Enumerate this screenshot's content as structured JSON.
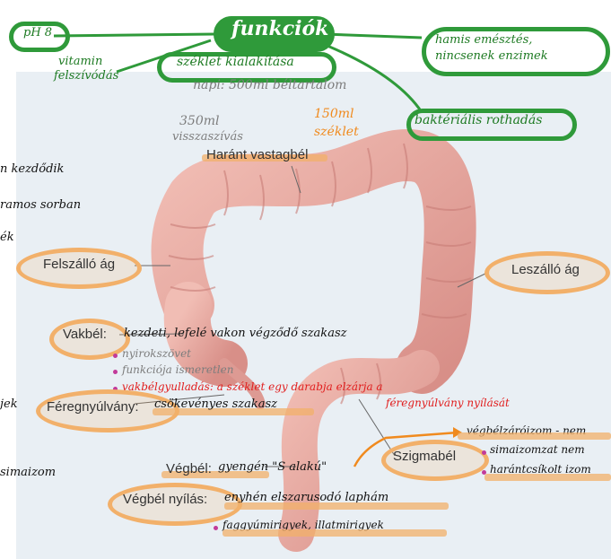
{
  "title": "funkciók",
  "notes_top": {
    "ph": "pH 8",
    "vitamin": [
      "vitamin",
      "felszívódás"
    ],
    "szeklet": "széklet kialakítása",
    "napi": "napi: 500ml béltartalom",
    "ml350": [
      "350ml",
      "visszaszívás"
    ],
    "ml150": [
      "150ml",
      "széklet"
    ],
    "hamis": [
      "hamis emésztés,",
      "nincsenek enzimek"
    ],
    "bakteriumok": "baktériális rothadás"
  },
  "labels": {
    "harant": "Haránt vastagbél",
    "felszallo": "Felszálló ág",
    "leszallo": "Leszálló ág",
    "vakbel": "Vakbél:",
    "feregnyulvany": "Féregnyúlvány:",
    "szigmabel": "Szigmabél",
    "vegbel": "Végbél:",
    "vegbel_nyilas": "Végbél nyílás:"
  },
  "notes": {
    "vakbel_desc": "kezdeti, lefelé vakon végződő szakasz",
    "vakbel_b1": "nyirokszövet",
    "vakbel_b2": "funkciója ismeretlen",
    "vakbel_b3": "vakbélgyulladás: a széklet egy darabja elzárja a",
    "vakbel_b3b": "féregnyúlvány nyílását",
    "feregnyulvany_desc": "csökevényes szakasz",
    "szigma_desc": "végbélzáróizom - nem",
    "szigma_b1": "simaizomzat nem",
    "szigma_b2": "harántcsíkolt izom",
    "vegbel_desc": "gyengén \"S alakú\"",
    "vegbel_nyilas_desc": "enyhén elszarusodó laphám",
    "vegbel_nyilas_b1": "faggyúmirigyek, illatmirigyek",
    "left1": "n kezdődik",
    "left2": "ramos sorban",
    "left3": "ék",
    "left4": "jek",
    "left5": "simaizom"
  },
  "colors": {
    "green": "#1d7a22",
    "orange": "#f08a1e",
    "red": "#e11d1d",
    "highlight": "#f2b06a",
    "colon": "#e8a8a0",
    "panel": "#e9eff4"
  }
}
